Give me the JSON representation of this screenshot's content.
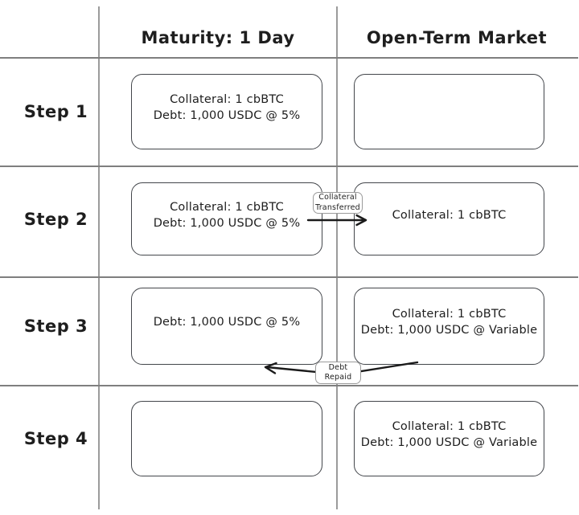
{
  "headers": {
    "left": "Maturity: 1 Day",
    "right": "Open-Term Market"
  },
  "steps": [
    {
      "label": "Step 1",
      "left_box": {
        "line1": "Collateral: 1 cbBTC",
        "line2": "Debt: 1,000 USDC @ 5%"
      },
      "right_box": {
        "line1": "",
        "line2": ""
      }
    },
    {
      "label": "Step 2",
      "left_box": {
        "line1": "Collateral: 1 cbBTC",
        "line2": "Debt: 1,000 USDC @ 5%"
      },
      "right_box": {
        "line1": "Collateral: 1 cbBTC",
        "line2": ""
      },
      "arrow_label": {
        "line1": "Collateral",
        "line2": "Transferred"
      }
    },
    {
      "label": "Step 3",
      "left_box": {
        "line1": "Debt: 1,000 USDC @ 5%",
        "line2": ""
      },
      "right_box": {
        "line1": "Collateral: 1 cbBTC",
        "line2": "Debt: 1,000 USDC @ Variable"
      },
      "arrow_label": {
        "line1": "Debt",
        "line2": "Repaid"
      }
    },
    {
      "label": "Step 4",
      "left_box": {
        "line1": "",
        "line2": ""
      },
      "right_box": {
        "line1": "Collateral: 1 cbBTC",
        "line2": "Debt: 1,000 USDC @ Variable"
      }
    }
  ],
  "colors": {
    "background": "#ffffff",
    "grid_line_vertical": "#9b9b9b",
    "grid_line_horizontal": "#7f7f7f",
    "box_border": "#43464b",
    "text": "#1e1e1e",
    "arrow": "#1b1b1b",
    "tag_border": "#9b9b9b"
  }
}
